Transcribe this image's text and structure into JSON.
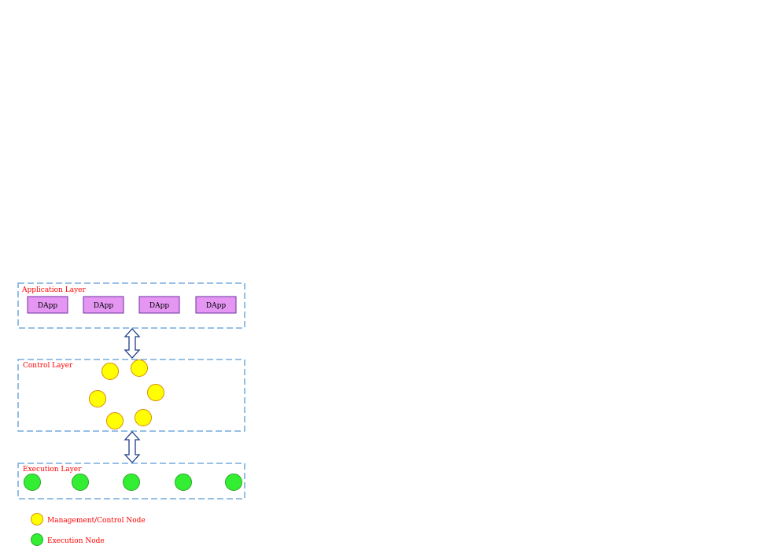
{
  "colors": {
    "layer_border": "#5b9bd5",
    "label_text": "#ff0000",
    "dapp_fill": "#e496f2",
    "dapp_stroke": "#7030a0",
    "dapp_text": "#000000",
    "control_node_fill": "#ffff00",
    "control_node_stroke": "#d98c00",
    "execution_node_fill": "#33ee33",
    "execution_node_stroke": "#2aa82a",
    "arrow_stroke": "#1f3c88",
    "arrow_fill": "#ffffff"
  },
  "layers": {
    "application": {
      "label": "Application Layer",
      "dapps": [
        "DApp",
        "DApp",
        "DApp",
        "DApp"
      ]
    },
    "control": {
      "label": "Control Layer",
      "node_count": 6
    },
    "execution": {
      "label": "Execution Layer",
      "node_count": 5
    }
  },
  "connections": [
    {
      "from": "application",
      "to": "control",
      "type": "bidirectional-arrow"
    },
    {
      "from": "control",
      "to": "execution",
      "type": "bidirectional-arrow"
    }
  ],
  "legend": [
    {
      "label": "Management/Control Node",
      "kind": "control"
    },
    {
      "label": "Execution Node",
      "kind": "execution"
    }
  ]
}
